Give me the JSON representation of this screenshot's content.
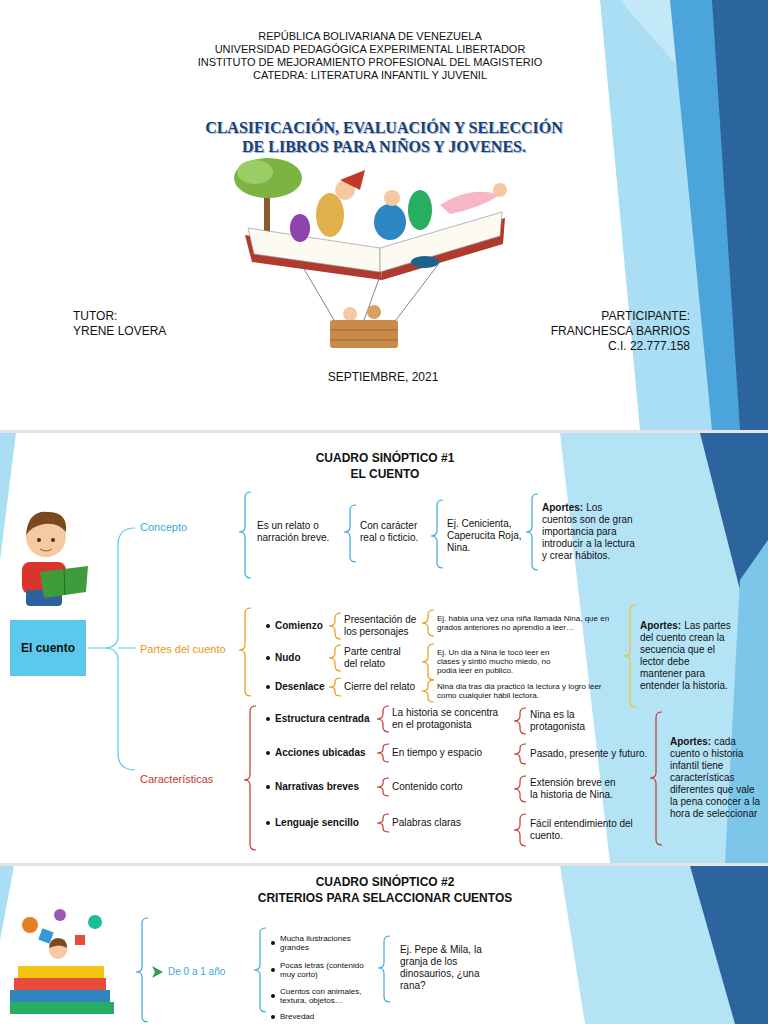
{
  "diagram": {
    "title": "CLASIFICACIÓN, EVALUACIÓN Y SELECCIÓN DE LIBROS PARA NIÑOS Y JOVENES.",
    "nodes": [
      {
        "text": [
          "El cuento"
        ]
      }
    ],
    "labels": [
      "REPÚBLICA BOLIVARIANA DE VENEZUELA",
      "UNIVERSIDAD PEDAGÓGICA EXPERIMENTAL LIBERTADOR",
      "INSTITUTO DE MEJORAMIENTO PROFESIONAL DEL MAGISTERIO",
      "CATEDRA: LITERATURA INFANTIL Y JUVENIL",
      "TUTOR:",
      "YRENE LOVERA",
      "PARTICIPANTE:",
      "FRANCHESCA BARRIOS",
      "C.I. 22.777.158",
      "SEPTIEMBRE, 2021",
      "CUADRO SINÓPTICO #1",
      "EL CUENTO",
      "Concepto",
      "Es un relato o narración breve.",
      "Con carácter real o ficticio.",
      "Ej. Cenicienta, Caperucita Roja, Nina.",
      "Aportes:",
      "Los cuentos son de gran importancia para introducir a la lectura y crear hábitos.",
      "Partes del cuento",
      "Comienzo",
      "Nudo",
      "Desenlace",
      "Presentación de los personajes",
      "Parte central del relato",
      "Cierre del relato",
      "Ej. habia una vez una niña llamada Nina, que en grados anteriores no aprendio a leer…",
      "Ej. Un dia a Nina le tocó leer en clases y sintió mucho miedo, no podia leer en publico.",
      "Nina dia tras dia practicó la lectura y logro leer como cualquier hábil lectora.",
      "Aportes:",
      "Las partes del cuento crean la secuencia que el lector debe mantener para entender la historia.",
      "Características",
      "Estructura centrada",
      "Acciones ubicadas",
      "Narrativas breves",
      "Lenguaje sencillo",
      "La historia se concentra en el protagonista",
      "En tiempo y espacio",
      "Contenido corto",
      "Palabras claras",
      "Nina es la protagonista",
      "Pasado, presente y futuro.",
      "Extensión breve en la historia de Nina.",
      "Fácil entendimiento del cuento.",
      "Aportes:",
      "cada cuento o historia infantil tiene características diferentes que vale la pena conocer a la hora de seleccionar",
      "CUADRO SINÓPTICO #2",
      "CRITERIOS PARA SELACCIONAR CUENTOS",
      "De 0 a 1 año",
      "Mucha ilustraciones grandes",
      "Pocas letras (contenido muy corto)",
      "Cuentos con animales, textura, objetos…",
      "Ej. Pepe & Mila, la granja de los dinosaurios, ¿una rana?",
      "Brevedad"
    ]
  }
}
